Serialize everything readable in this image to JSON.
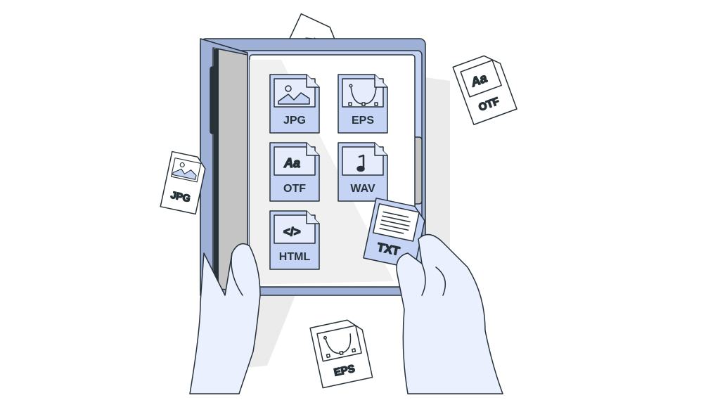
{
  "illustration": {
    "folder_files": [
      {
        "label": "JPG",
        "icon": "image-icon"
      },
      {
        "label": "EPS",
        "icon": "bezier-curve-icon"
      },
      {
        "label": "OTF",
        "icon": "font-icon",
        "glyph": "Aa"
      },
      {
        "label": "WAV",
        "icon": "music-note-icon"
      },
      {
        "label": "HTML",
        "icon": "code-icon",
        "glyph": "</>"
      }
    ],
    "held_file": {
      "label": "TXT",
      "icon": "text-document-icon"
    },
    "scattered_files": [
      {
        "label": "",
        "icon": "code-icon",
        "glyph": "</>"
      },
      {
        "label": "OTF",
        "icon": "font-icon",
        "glyph": "Aa"
      },
      {
        "label": "JPG",
        "icon": "image-icon"
      },
      {
        "label": "EPS",
        "icon": "bezier-curve-icon"
      }
    ],
    "colors": {
      "stroke": "#263238",
      "blue": "#c5d3f5",
      "blue_dark": "#9fb0d6",
      "paper": "#ffffff",
      "grey": "#c4c4c4",
      "skin": "#eaf0fd"
    }
  }
}
